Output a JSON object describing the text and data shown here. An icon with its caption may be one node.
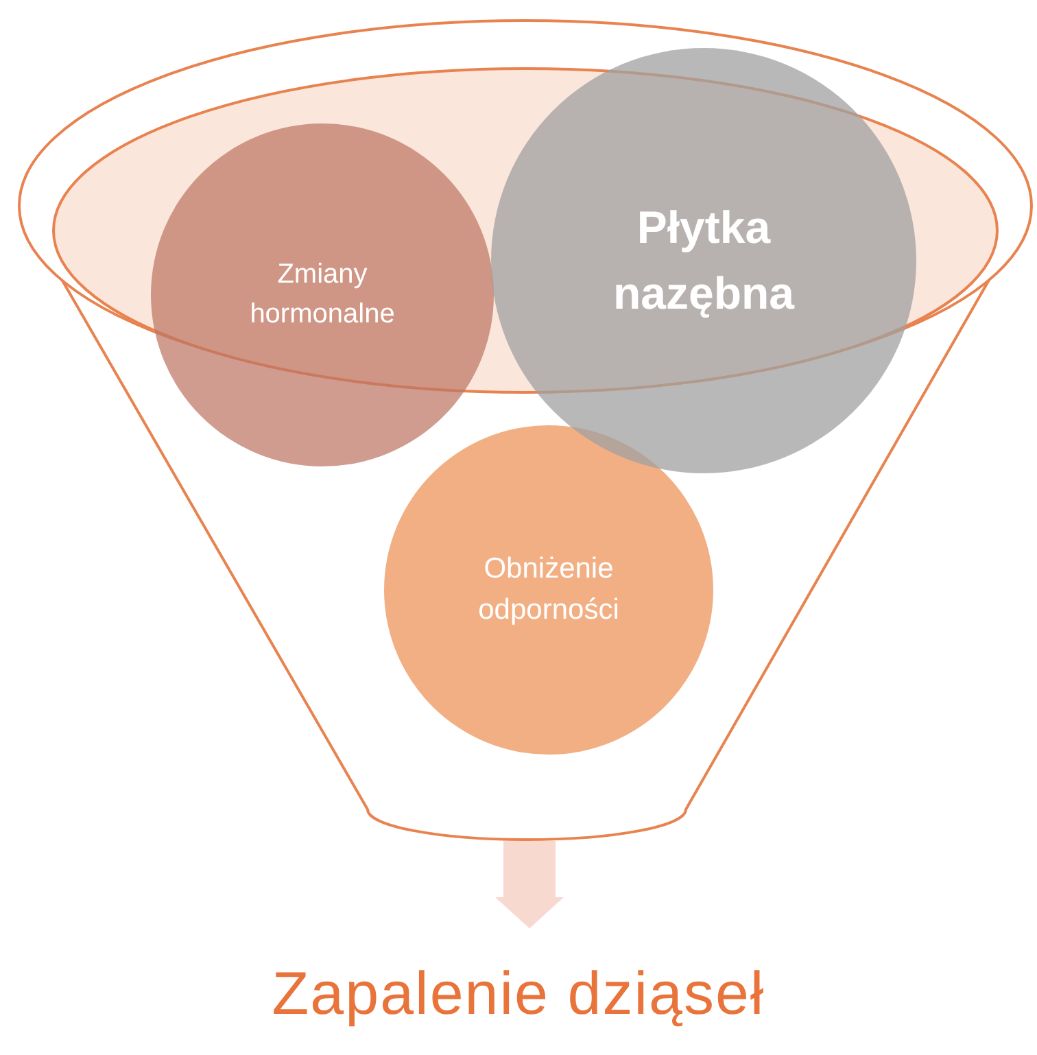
{
  "diagram": {
    "nodes": [
      {
        "text": [],
        "shape": "funnel"
      },
      {
        "text": [
          "Zmiany hormonalne"
        ]
      },
      {
        "text": [
          "Płytka nazębna"
        ]
      },
      {
        "text": [
          "Obniżenie odporności"
        ],
        "in": 0
      },
      {
        "text": [
          "Zapalenie dziąseł"
        ]
      }
    ],
    "edges": [
      {
        "from": 0,
        "to": 4,
        "arrow": "to",
        "color": "#f8d9cf"
      }
    ]
  }
}
